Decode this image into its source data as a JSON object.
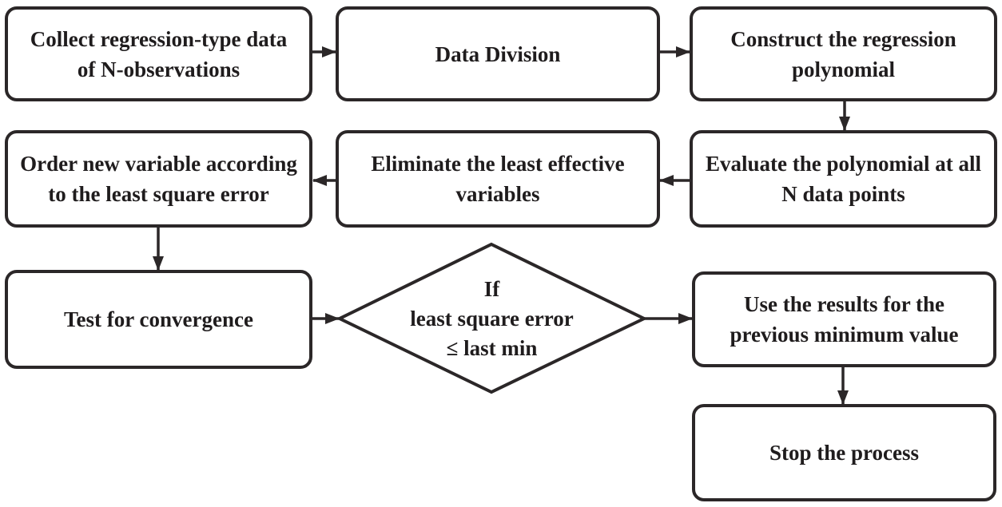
{
  "figure_type": "flowchart",
  "colors": {
    "stroke": "#2b2728",
    "text": "#1f1c1d",
    "node_fill": "#ffffff",
    "background": "#ffffff"
  },
  "nodes": {
    "collect": {
      "lines": [
        "Collect regression-type data",
        "of N-observations"
      ]
    },
    "division": {
      "lines": [
        "Data Division"
      ]
    },
    "construct": {
      "lines": [
        "Construct the regression",
        "polynomial"
      ]
    },
    "order": {
      "lines": [
        "Order new variable according",
        "to the least square error"
      ]
    },
    "eliminate": {
      "lines": [
        "Eliminate the least effective",
        "variables"
      ]
    },
    "evaluate": {
      "lines": [
        "Evaluate the polynomial at all",
        "N data points"
      ]
    },
    "test": {
      "lines": [
        "Test for convergence"
      ]
    },
    "decision": {
      "lines": [
        "If",
        "least square error",
        "≤ last min"
      ]
    },
    "use_results": {
      "lines": [
        "Use the results for the",
        "previous minimum value"
      ]
    },
    "stop": {
      "lines": [
        "Stop the process"
      ]
    }
  },
  "edges": [
    {
      "from": "collect",
      "to": "division"
    },
    {
      "from": "division",
      "to": "construct"
    },
    {
      "from": "construct",
      "to": "evaluate"
    },
    {
      "from": "evaluate",
      "to": "eliminate"
    },
    {
      "from": "eliminate",
      "to": "order"
    },
    {
      "from": "order",
      "to": "test"
    },
    {
      "from": "test",
      "to": "decision"
    },
    {
      "from": "decision",
      "to": "use_results"
    },
    {
      "from": "use_results",
      "to": "stop"
    }
  ]
}
